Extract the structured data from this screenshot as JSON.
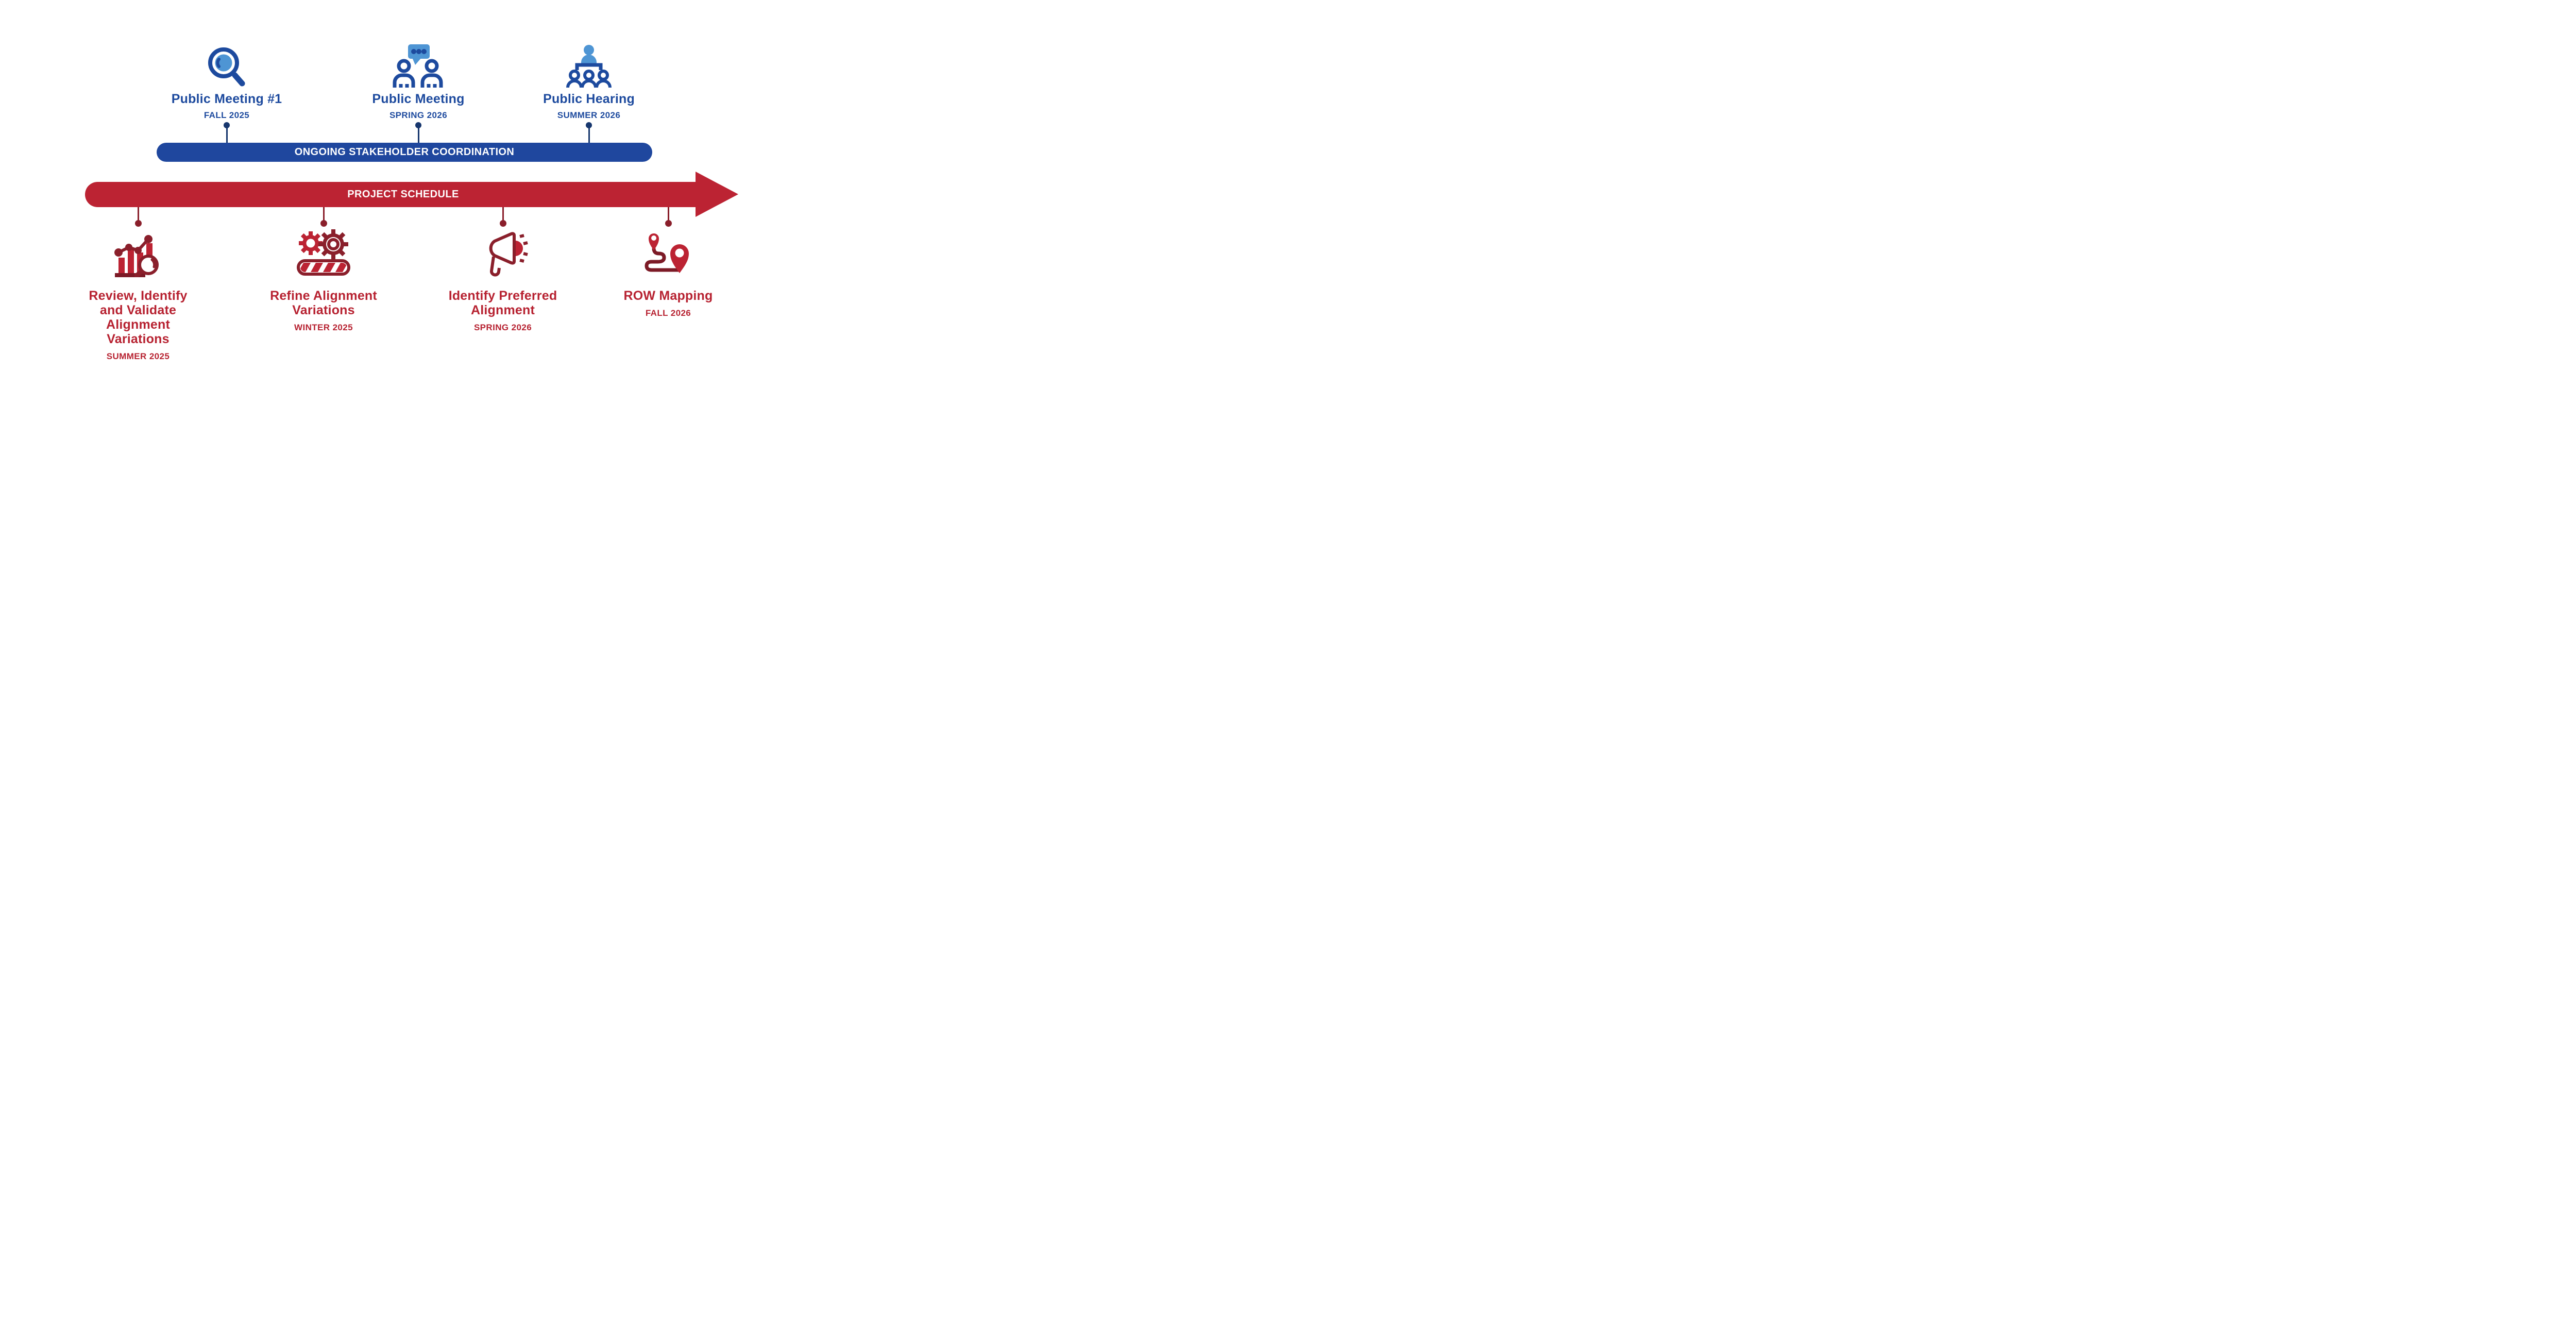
{
  "colors": {
    "blue_dark": "#1D4A9E",
    "blue_navy_connector": "#17376E",
    "blue_light": "#4E95D4",
    "blue_bar_bg": "#1F479E",
    "red_bright": "#BC2333",
    "red_text": "#B72231",
    "maroon": "#8A1F2B",
    "maroon_deep": "#7C1A26",
    "white": "#FFFFFF"
  },
  "stakeholder_bar": {
    "label": "ONGOING STAKEHOLDER COORDINATION"
  },
  "schedule_arrow": {
    "label": "PROJECT SCHEDULE"
  },
  "top_milestones": [
    {
      "icon": "magnifier-icon",
      "title": "Public Meeting #1",
      "date": "FALL 2025"
    },
    {
      "icon": "people-discussion-icon",
      "title": "Public Meeting",
      "date": "SPRING 2026"
    },
    {
      "icon": "hearing-panel-icon",
      "title": "Public Hearing",
      "date": "SUMMER 2026"
    }
  ],
  "bottom_milestones": [
    {
      "icon": "chart-analysis-icon",
      "title": "Review, Identify\nand Validate\nAlignment\nVariations",
      "date": "SUMMER 2025"
    },
    {
      "icon": "gears-progress-icon",
      "title": "Refine Alignment\nVariations",
      "date": "WINTER 2025"
    },
    {
      "icon": "megaphone-icon",
      "title": "Identify Preferred\nAlignment",
      "date": "SPRING 2026"
    },
    {
      "icon": "route-mapping-icon",
      "title": "ROW Mapping",
      "date": "FALL 2026"
    }
  ]
}
